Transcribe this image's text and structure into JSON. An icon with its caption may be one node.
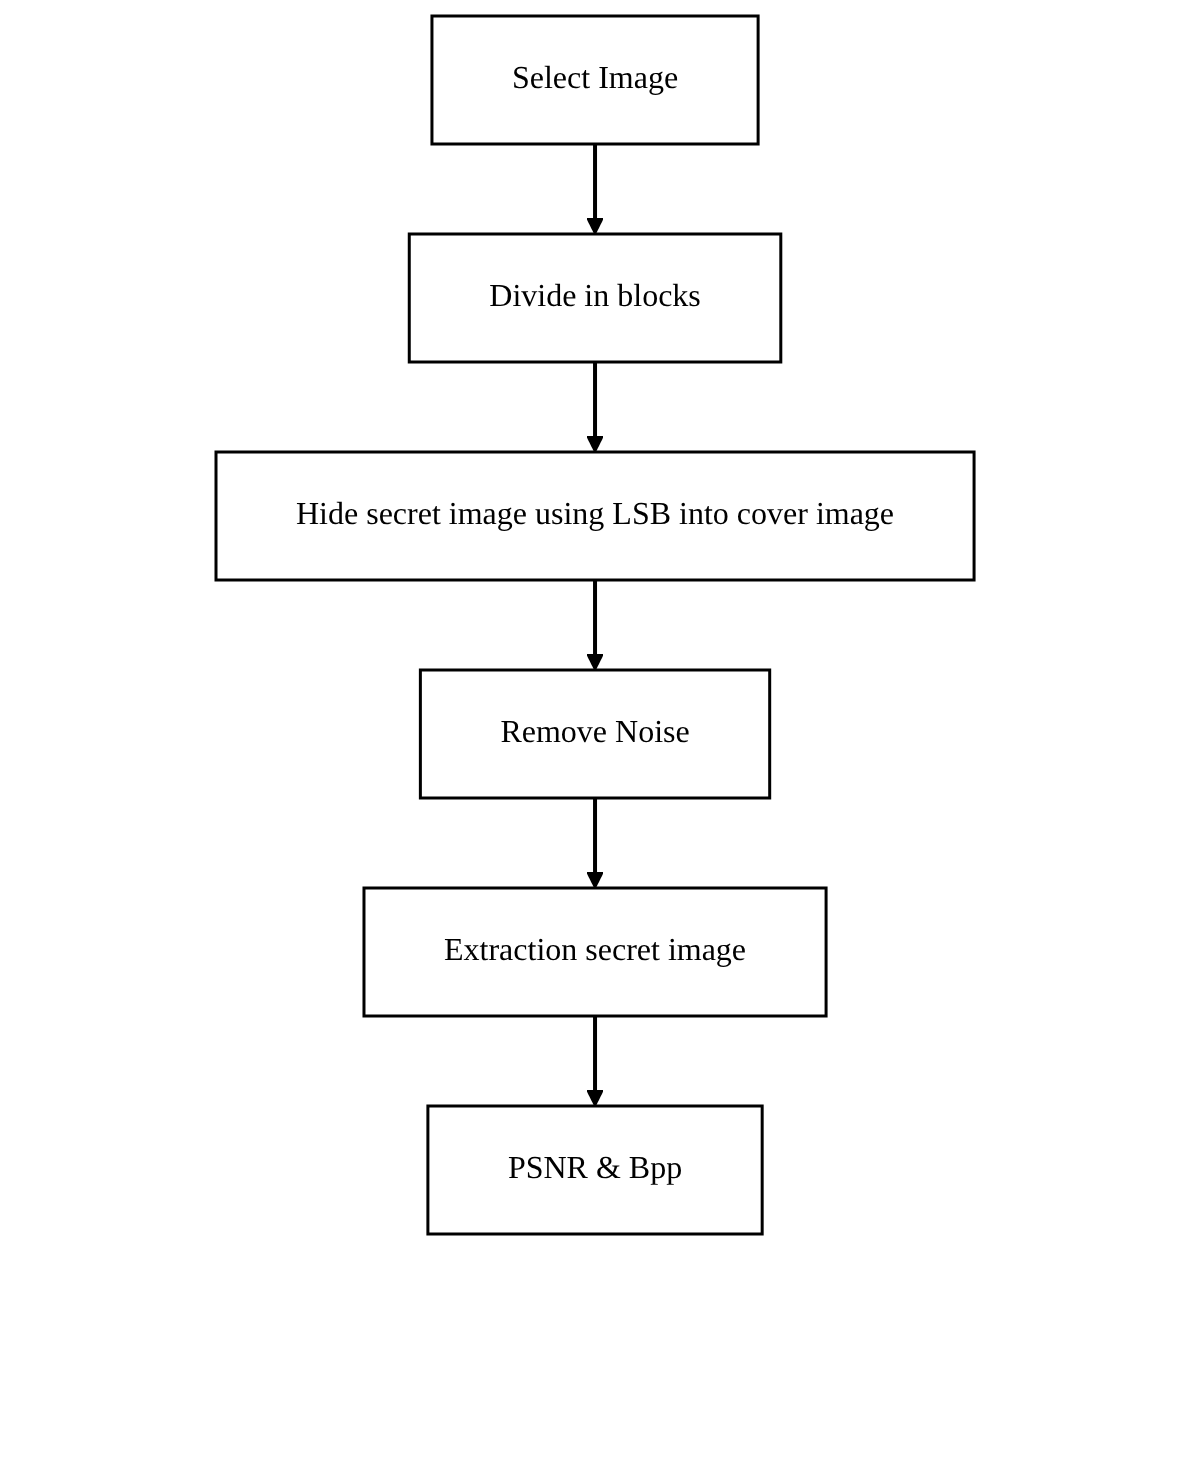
{
  "diagram": {
    "nodes": [
      {
        "text": [
          "Select Image"
        ]
      },
      {
        "text": [
          "Divide in blocks"
        ]
      },
      {
        "text": [
          "Hide secret image using LSB into cover image"
        ]
      },
      {
        "text": [
          "Remove Noise"
        ]
      },
      {
        "text": [
          "Extraction secret image"
        ]
      },
      {
        "text": [
          "PSNR & Bpp"
        ]
      }
    ],
    "edges": [
      {
        "from": 0,
        "to": 1,
        "arrow": "to"
      },
      {
        "from": 1,
        "to": 2,
        "arrow": "to"
      },
      {
        "from": 2,
        "to": 3,
        "arrow": "to"
      },
      {
        "from": 3,
        "to": 4,
        "arrow": "to"
      },
      {
        "from": 4,
        "to": 5,
        "arrow": "to"
      }
    ]
  }
}
